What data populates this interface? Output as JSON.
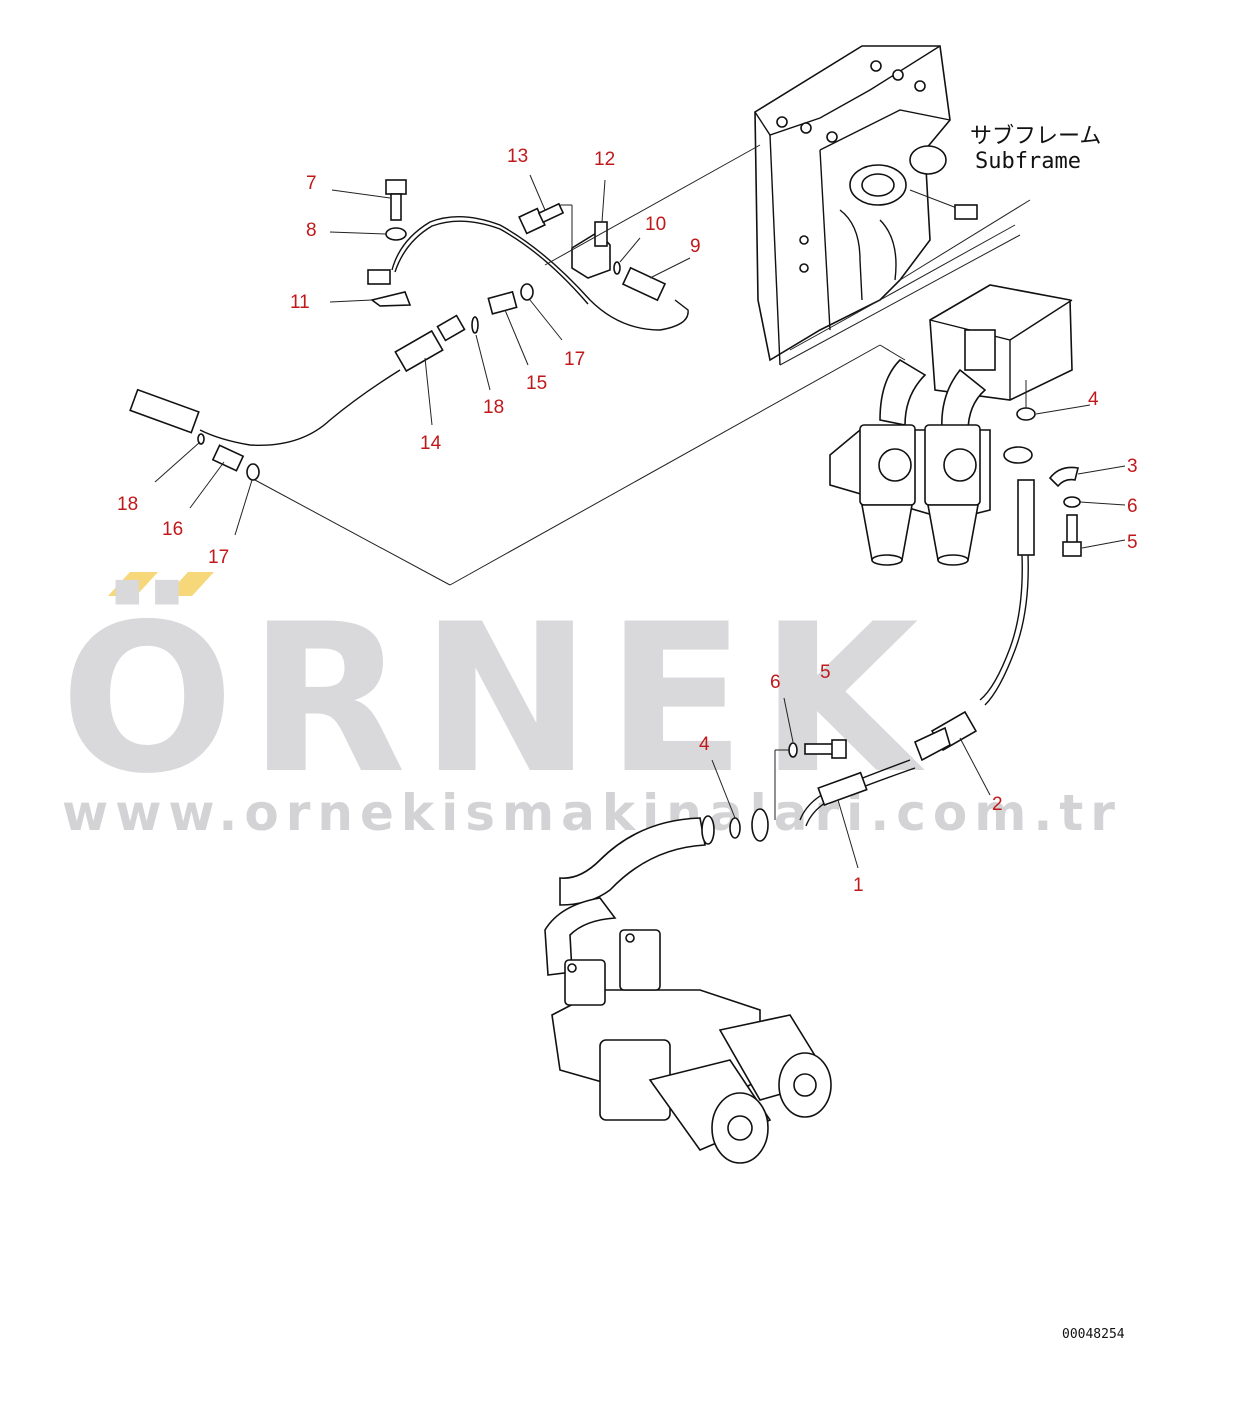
{
  "labels": {
    "frame_jp": "サブフレーム",
    "frame_en": "Subframe",
    "drawing_number": "00048254"
  },
  "watermark": {
    "brand": "ÖRNEK",
    "url": "www.ornekismakinalari.com.tr",
    "accent_color": "#f6d77a"
  },
  "callouts": [
    {
      "id": "c1",
      "text": "1"
    },
    {
      "id": "c2",
      "text": "2"
    },
    {
      "id": "c3",
      "text": "3"
    },
    {
      "id": "c4a",
      "text": "4"
    },
    {
      "id": "c4b",
      "text": "4"
    },
    {
      "id": "c5a",
      "text": "5"
    },
    {
      "id": "c5b",
      "text": "5"
    },
    {
      "id": "c6a",
      "text": "6"
    },
    {
      "id": "c6b",
      "text": "6"
    },
    {
      "id": "c7",
      "text": "7"
    },
    {
      "id": "c8",
      "text": "8"
    },
    {
      "id": "c9",
      "text": "9"
    },
    {
      "id": "c10",
      "text": "10"
    },
    {
      "id": "c11",
      "text": "11"
    },
    {
      "id": "c12",
      "text": "12"
    },
    {
      "id": "c13",
      "text": "13"
    },
    {
      "id": "c14",
      "text": "14"
    },
    {
      "id": "c15",
      "text": "15"
    },
    {
      "id": "c16",
      "text": "16"
    },
    {
      "id": "c17a",
      "text": "17"
    },
    {
      "id": "c17b",
      "text": "17"
    },
    {
      "id": "c18a",
      "text": "18"
    },
    {
      "id": "c18b",
      "text": "18"
    }
  ],
  "colors": {
    "callout": "#c0181b",
    "line": "#111111",
    "watermark": "#d9d9dc"
  }
}
